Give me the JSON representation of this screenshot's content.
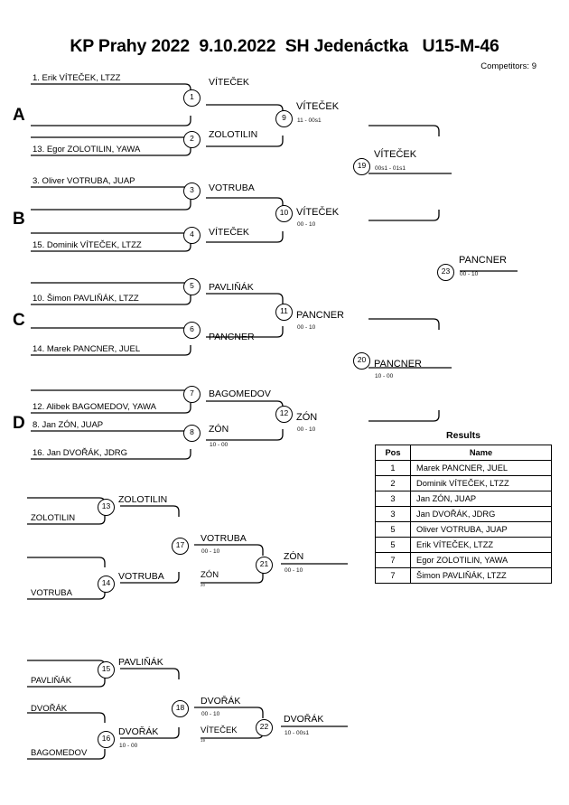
{
  "header": {
    "title": "KP Prahy 2022  9.10.2022  SH Jedenáctka   U15-M-46",
    "competitors": "Competitors: 9"
  },
  "groups": [
    {
      "label": "A"
    },
    {
      "label": "B"
    },
    {
      "label": "C"
    },
    {
      "label": "D"
    }
  ],
  "seeds": [
    {
      "id": "seed-1",
      "text": "1. Erik VÍTEČEK, LTZZ"
    },
    {
      "id": "seed-13",
      "text": "13. Egor ZOLOTILIN, YAWA"
    },
    {
      "id": "seed-3",
      "text": "3. Oliver VOTRUBA, JUAP"
    },
    {
      "id": "seed-15",
      "text": "15. Dominik VÍTEČEK, LTZZ"
    },
    {
      "id": "seed-10",
      "text": "10. Šimon PAVLIŇÁK, LTZZ"
    },
    {
      "id": "seed-14",
      "text": "14. Marek PANCNER, JUEL"
    },
    {
      "id": "seed-12",
      "text": "12. Alibek BAGOMEDOV, YAWA"
    },
    {
      "id": "seed-8",
      "text": "8. Jan ZÓN, JUAP"
    },
    {
      "id": "seed-16",
      "text": "16. Jan DVOŘÁK, JDRG"
    }
  ],
  "matches": {
    "m1": {
      "num": "1",
      "winner": "VÍTEČEK",
      "score": ""
    },
    "m2": {
      "num": "2",
      "winner": "ZOLOTILIN",
      "score": ""
    },
    "m3": {
      "num": "3",
      "winner": "VOTRUBA",
      "score": ""
    },
    "m4": {
      "num": "4",
      "winner": "VÍTEČEK",
      "score": ""
    },
    "m5": {
      "num": "5",
      "winner": "PAVLIŇÁK",
      "score": ""
    },
    "m6": {
      "num": "6",
      "winner": "PANCNER",
      "score": ""
    },
    "m7": {
      "num": "7",
      "winner": "BAGOMEDOV",
      "score": ""
    },
    "m8": {
      "num": "8",
      "winner": "ZÓN",
      "score": "10 - 00"
    },
    "m9": {
      "num": "9",
      "winner": "VÍTEČEK",
      "score": "11 - 00s1"
    },
    "m10": {
      "num": "10",
      "winner": "VÍTEČEK",
      "score": "00 - 10"
    },
    "m11": {
      "num": "11",
      "winner": "PANCNER",
      "score": "00 - 10"
    },
    "m12": {
      "num": "12",
      "winner": "ZÓN",
      "score": "00 - 10"
    },
    "m13": {
      "num": "13",
      "winner": "ZOLOTILIN",
      "score": ""
    },
    "m14": {
      "num": "14",
      "winner": "VOTRUBA",
      "score": ""
    },
    "m15": {
      "num": "15",
      "winner": "PAVLIŇÁK",
      "score": ""
    },
    "m16": {
      "num": "16",
      "winner": "DVOŘÁK",
      "score": "10 - 00"
    },
    "m17": {
      "num": "17",
      "winner": "VOTRUBA",
      "score": "00 - 10"
    },
    "m18": {
      "num": "18",
      "winner": "DVOŘÁK",
      "score": "00 - 10"
    },
    "m19": {
      "num": "19",
      "winner": "VÍTEČEK",
      "score": "00s1 - 01s1"
    },
    "m20": {
      "num": "20",
      "winner": "PANCNER",
      "score": "10 - 00"
    },
    "m21": {
      "num": "21",
      "winner": "ZÓN",
      "score": "00 - 10"
    },
    "m22": {
      "num": "22",
      "winner": "DVOŘÁK",
      "score": "10 - 00s1"
    },
    "m23": {
      "num": "23",
      "winner": "PANCNER",
      "score": "00 - 10"
    }
  },
  "repechage_entries": {
    "r13_lower": "ZOLOTILIN",
    "r14_lower": "VOTRUBA",
    "r17_lower": "ZÓN",
    "r17_lower_feed": "20",
    "r15_lower": "PAVLIŇÁK",
    "r16_upper": "DVOŘÁK",
    "r16_lower": "BAGOMEDOV",
    "r18_lower": "VÍTEČEK",
    "r18_lower_feed": "19"
  },
  "results": {
    "title": "Results",
    "columns": [
      "Pos",
      "Name"
    ],
    "rows": [
      {
        "pos": "1",
        "name": "Marek PANCNER, JUEL"
      },
      {
        "pos": "2",
        "name": "Dominik VÍTEČEK, LTZZ"
      },
      {
        "pos": "3",
        "name": "Jan ZÓN, JUAP"
      },
      {
        "pos": "3",
        "name": "Jan DVOŘÁK, JDRG"
      },
      {
        "pos": "5",
        "name": "Oliver VOTRUBA, JUAP"
      },
      {
        "pos": "5",
        "name": "Erik VÍTEČEK, LTZZ"
      },
      {
        "pos": "7",
        "name": "Egor ZOLOTILIN, YAWA"
      },
      {
        "pos": "7",
        "name": "Šimon PAVLIŇÁK, LTZZ"
      }
    ]
  }
}
